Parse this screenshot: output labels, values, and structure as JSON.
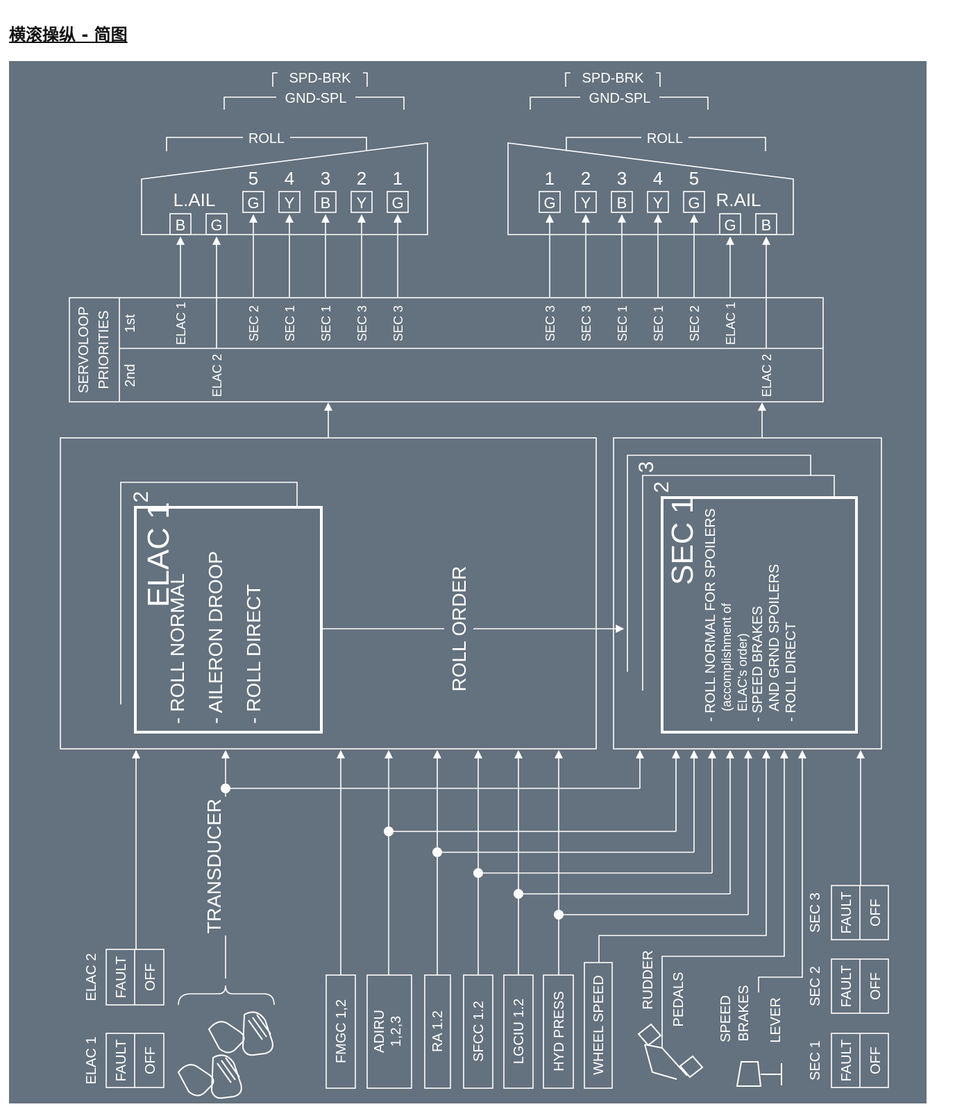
{
  "title": "横滚操纵 - 简图",
  "colors": {
    "background": "#64717e",
    "line": "#ffffff"
  },
  "spd_brk": "SPD-BRK",
  "gnd_spl": "GND-SPL",
  "roll": "ROLL",
  "left_ail": "L.AIL",
  "right_ail": "R.AIL",
  "left_ail_hyd": [
    "B",
    "G"
  ],
  "right_ail_hyd": [
    "G",
    "B"
  ],
  "left_spoiler_nums": [
    "5",
    "4",
    "3",
    "2",
    "1"
  ],
  "left_spoiler_hyd": [
    "G",
    "Y",
    "B",
    "Y",
    "G"
  ],
  "right_spoiler_nums": [
    "1",
    "2",
    "3",
    "4",
    "5"
  ],
  "right_spoiler_hyd": [
    "G",
    "Y",
    "B",
    "Y",
    "G"
  ],
  "servoloop": {
    "label1": "SERVOLOOP",
    "label2": "PRIORITIES",
    "first": "1st",
    "second": "2nd",
    "left_first": [
      "ELAC 1",
      "SEC 2",
      "SEC 1",
      "SEC 1",
      "SEC 3",
      "SEC 3"
    ],
    "left_second": "ELAC 2",
    "right_first": [
      "SEC 3",
      "SEC 3",
      "SEC 1",
      "SEC 1",
      "SEC 2",
      "ELAC 1"
    ],
    "right_second": "ELAC 2"
  },
  "elac": {
    "title": "ELAC 1",
    "back_num": "2",
    "lines": [
      "- ROLL NORMAL",
      "- AILERON DROOP",
      "- ROLL DIRECT"
    ]
  },
  "roll_order": "ROLL ORDER",
  "sec": {
    "title": "SEC 1",
    "back_nums": [
      "3",
      "2"
    ],
    "lines": [
      "- ROLL NORMAL FOR SPOILERS",
      "(accomplishment of",
      "ELAC's order)",
      "- SPEED BRAKES",
      "AND GRND SPOILERS",
      "- ROLL DIRECT"
    ]
  },
  "transducer": "TRANSDUCER",
  "inputs": [
    "FMGC 1,2",
    "ADIRU",
    "1,2,3",
    "RA 1.2",
    "SFCC 1.2",
    "LGCIU 1.2",
    "HYD PRESS",
    "WHEEL SPEED",
    "RUDDER",
    "PEDALS",
    "SPEED",
    "BRAKES",
    "LEVER"
  ],
  "pb": {
    "fault": "FAULT",
    "off": "OFF",
    "elac1": "ELAC 1",
    "elac2": "ELAC 2",
    "sec1": "SEC 1",
    "sec2": "SEC 2",
    "sec3": "SEC 3"
  }
}
